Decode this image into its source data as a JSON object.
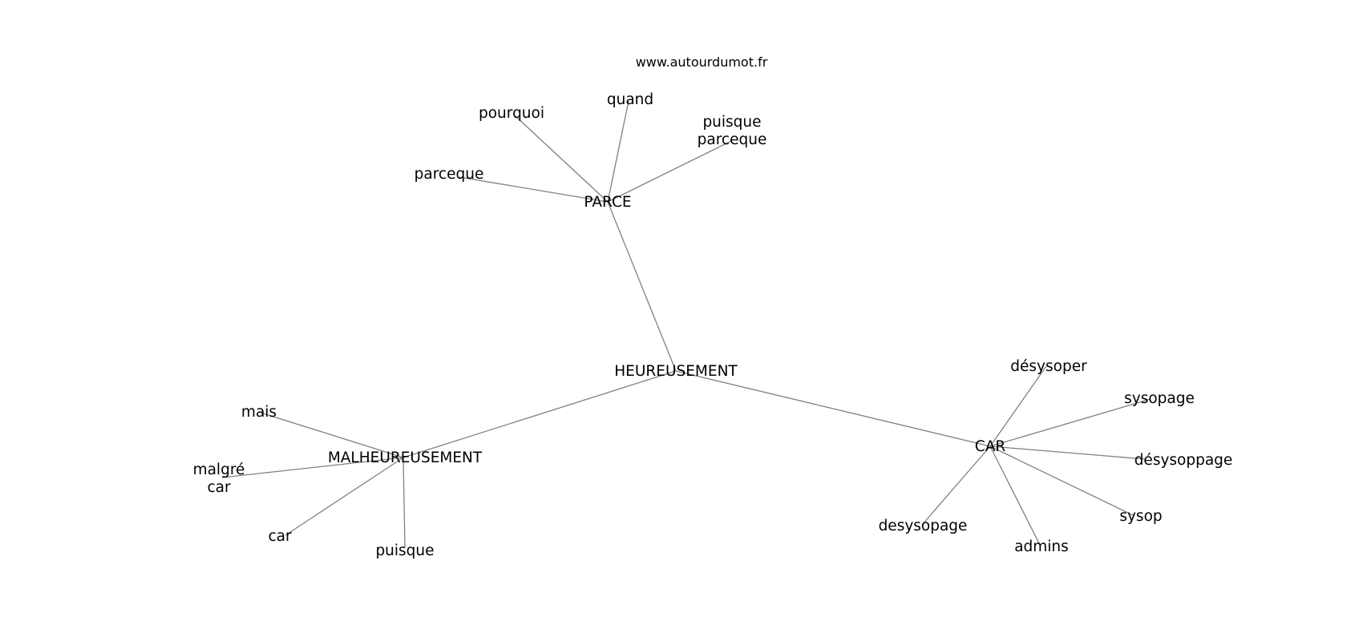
{
  "header": {
    "site": "www.autourdumot.fr"
  },
  "graph": {
    "center": "HEUREUSEMENT",
    "hubs": [
      {
        "label": "PARCE",
        "leaves": [
          {
            "lines": [
              "pourquoi"
            ]
          },
          {
            "lines": [
              "quand"
            ]
          },
          {
            "lines": [
              "puisque",
              "parceque"
            ]
          },
          {
            "lines": [
              "parceque"
            ]
          }
        ]
      },
      {
        "label": "MALHEUREUSEMENT",
        "leaves": [
          {
            "lines": [
              "mais"
            ]
          },
          {
            "lines": [
              "malgré",
              "car"
            ]
          },
          {
            "lines": [
              "car"
            ]
          },
          {
            "lines": [
              "puisque"
            ]
          }
        ]
      },
      {
        "label": "CAR",
        "leaves": [
          {
            "lines": [
              "désysoper"
            ]
          },
          {
            "lines": [
              "sysopage"
            ]
          },
          {
            "lines": [
              "désysoppage"
            ]
          },
          {
            "lines": [
              "sysop"
            ]
          },
          {
            "lines": [
              "admins"
            ]
          },
          {
            "lines": [
              "desysopage"
            ]
          }
        ]
      }
    ]
  },
  "style": {
    "edge_color": "#808080",
    "text_color": "#000000",
    "background": "#ffffff"
  }
}
